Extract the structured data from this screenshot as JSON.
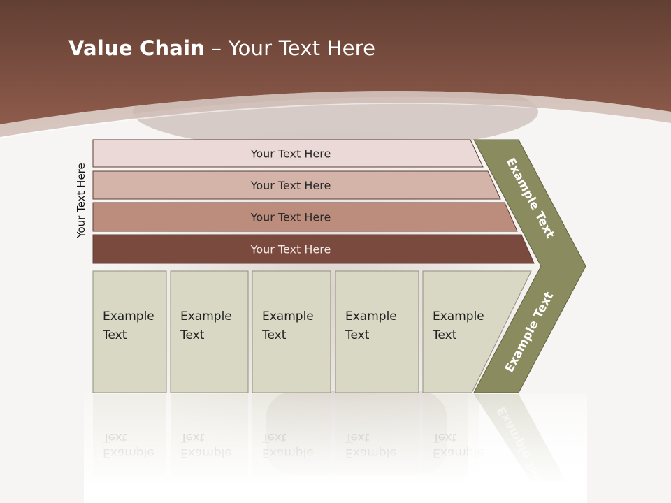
{
  "slide": {
    "title_bold": "Value Chain",
    "title_rest": " – Your Text Here",
    "side_label": "Your Text Here"
  },
  "colors": {
    "header_top": "#623f33",
    "header_bottom": "#8e5b4b",
    "band_1": "#ead9d6",
    "band_2": "#d4b3a9",
    "band_3": "#bc8c7c",
    "band_4": "#7b4a3f",
    "column_fill": "#d8d8c4",
    "chevron_fill": "#8a8b5e"
  },
  "support_rows": [
    {
      "label": "Your Text Here"
    },
    {
      "label": "Your Text Here"
    },
    {
      "label": "Your Text Here"
    },
    {
      "label": "Your Text Here"
    }
  ],
  "primary_columns": [
    {
      "line1": "Example",
      "line2": "Text"
    },
    {
      "line1": "Example",
      "line2": "Text"
    },
    {
      "line1": "Example",
      "line2": "Text"
    },
    {
      "line1": "Example",
      "line2": "Text"
    },
    {
      "line1": "Example",
      "line2": "Text"
    }
  ],
  "chevron": {
    "upper_label": "Example Text",
    "lower_label": "Example Text"
  }
}
